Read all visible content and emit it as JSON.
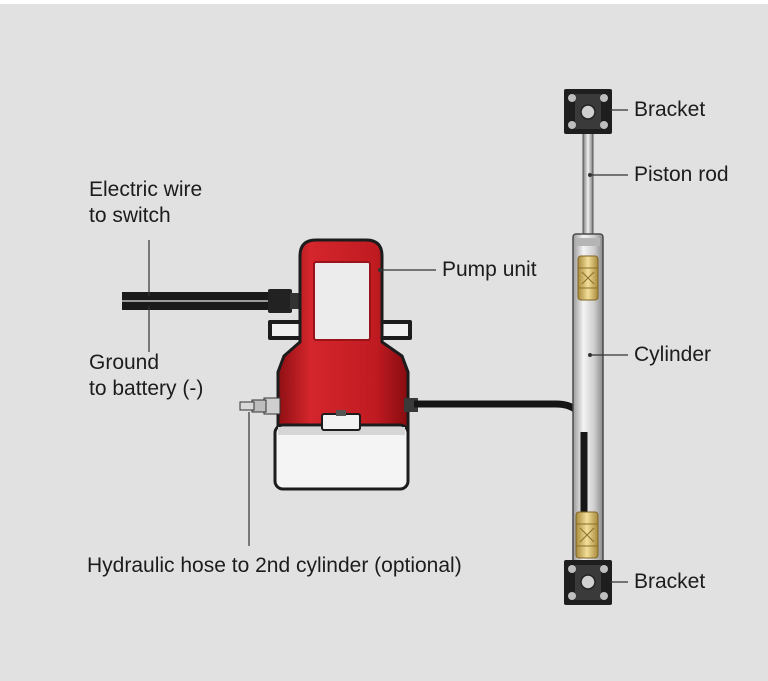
{
  "labels": {
    "electric_wire": [
      "Electric wire",
      "to switch"
    ],
    "ground": [
      "Ground",
      "to battery (-)"
    ],
    "hydraulic_hose": "Hydraulic hose to 2nd cylinder (optional)",
    "pump_unit": "Pump unit",
    "bracket_top": "Bracket",
    "piston_rod": "Piston rod",
    "cylinder": "Cylinder",
    "bracket_bottom": "Bracket"
  },
  "colors": {
    "background": "#e1e1e1",
    "pump_red": "#b8151a",
    "pump_red_light": "#d8232a",
    "reservoir": "#f2f2f2",
    "hose": "#161616",
    "cylinder_body": "#d4d4d4",
    "fitting": "#d9c06a",
    "bracket": "#1e1e1e"
  }
}
